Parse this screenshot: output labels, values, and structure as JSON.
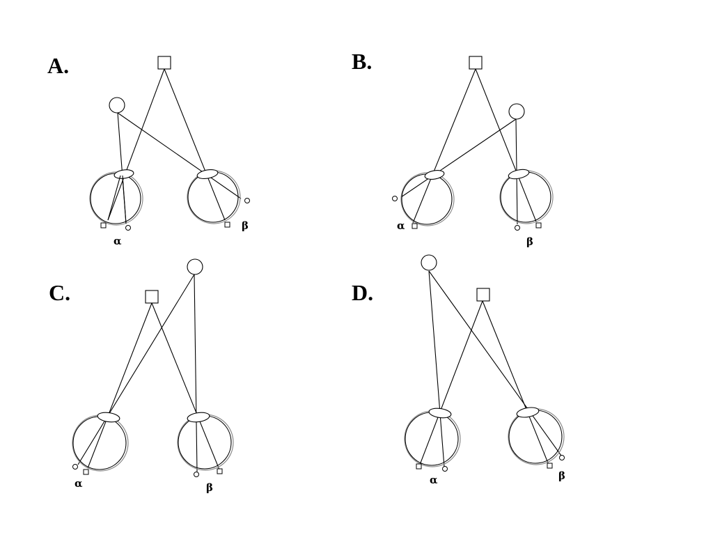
{
  "panels": [
    {
      "id": "A",
      "label": "A.",
      "alpha": "α",
      "beta": "β"
    },
    {
      "id": "B",
      "label": "B.",
      "alpha": "α",
      "beta": "β"
    },
    {
      "id": "C",
      "label": "C.",
      "alpha": "α",
      "beta": "β"
    },
    {
      "id": "D",
      "label": "D.",
      "alpha": "α",
      "beta": "β"
    }
  ]
}
